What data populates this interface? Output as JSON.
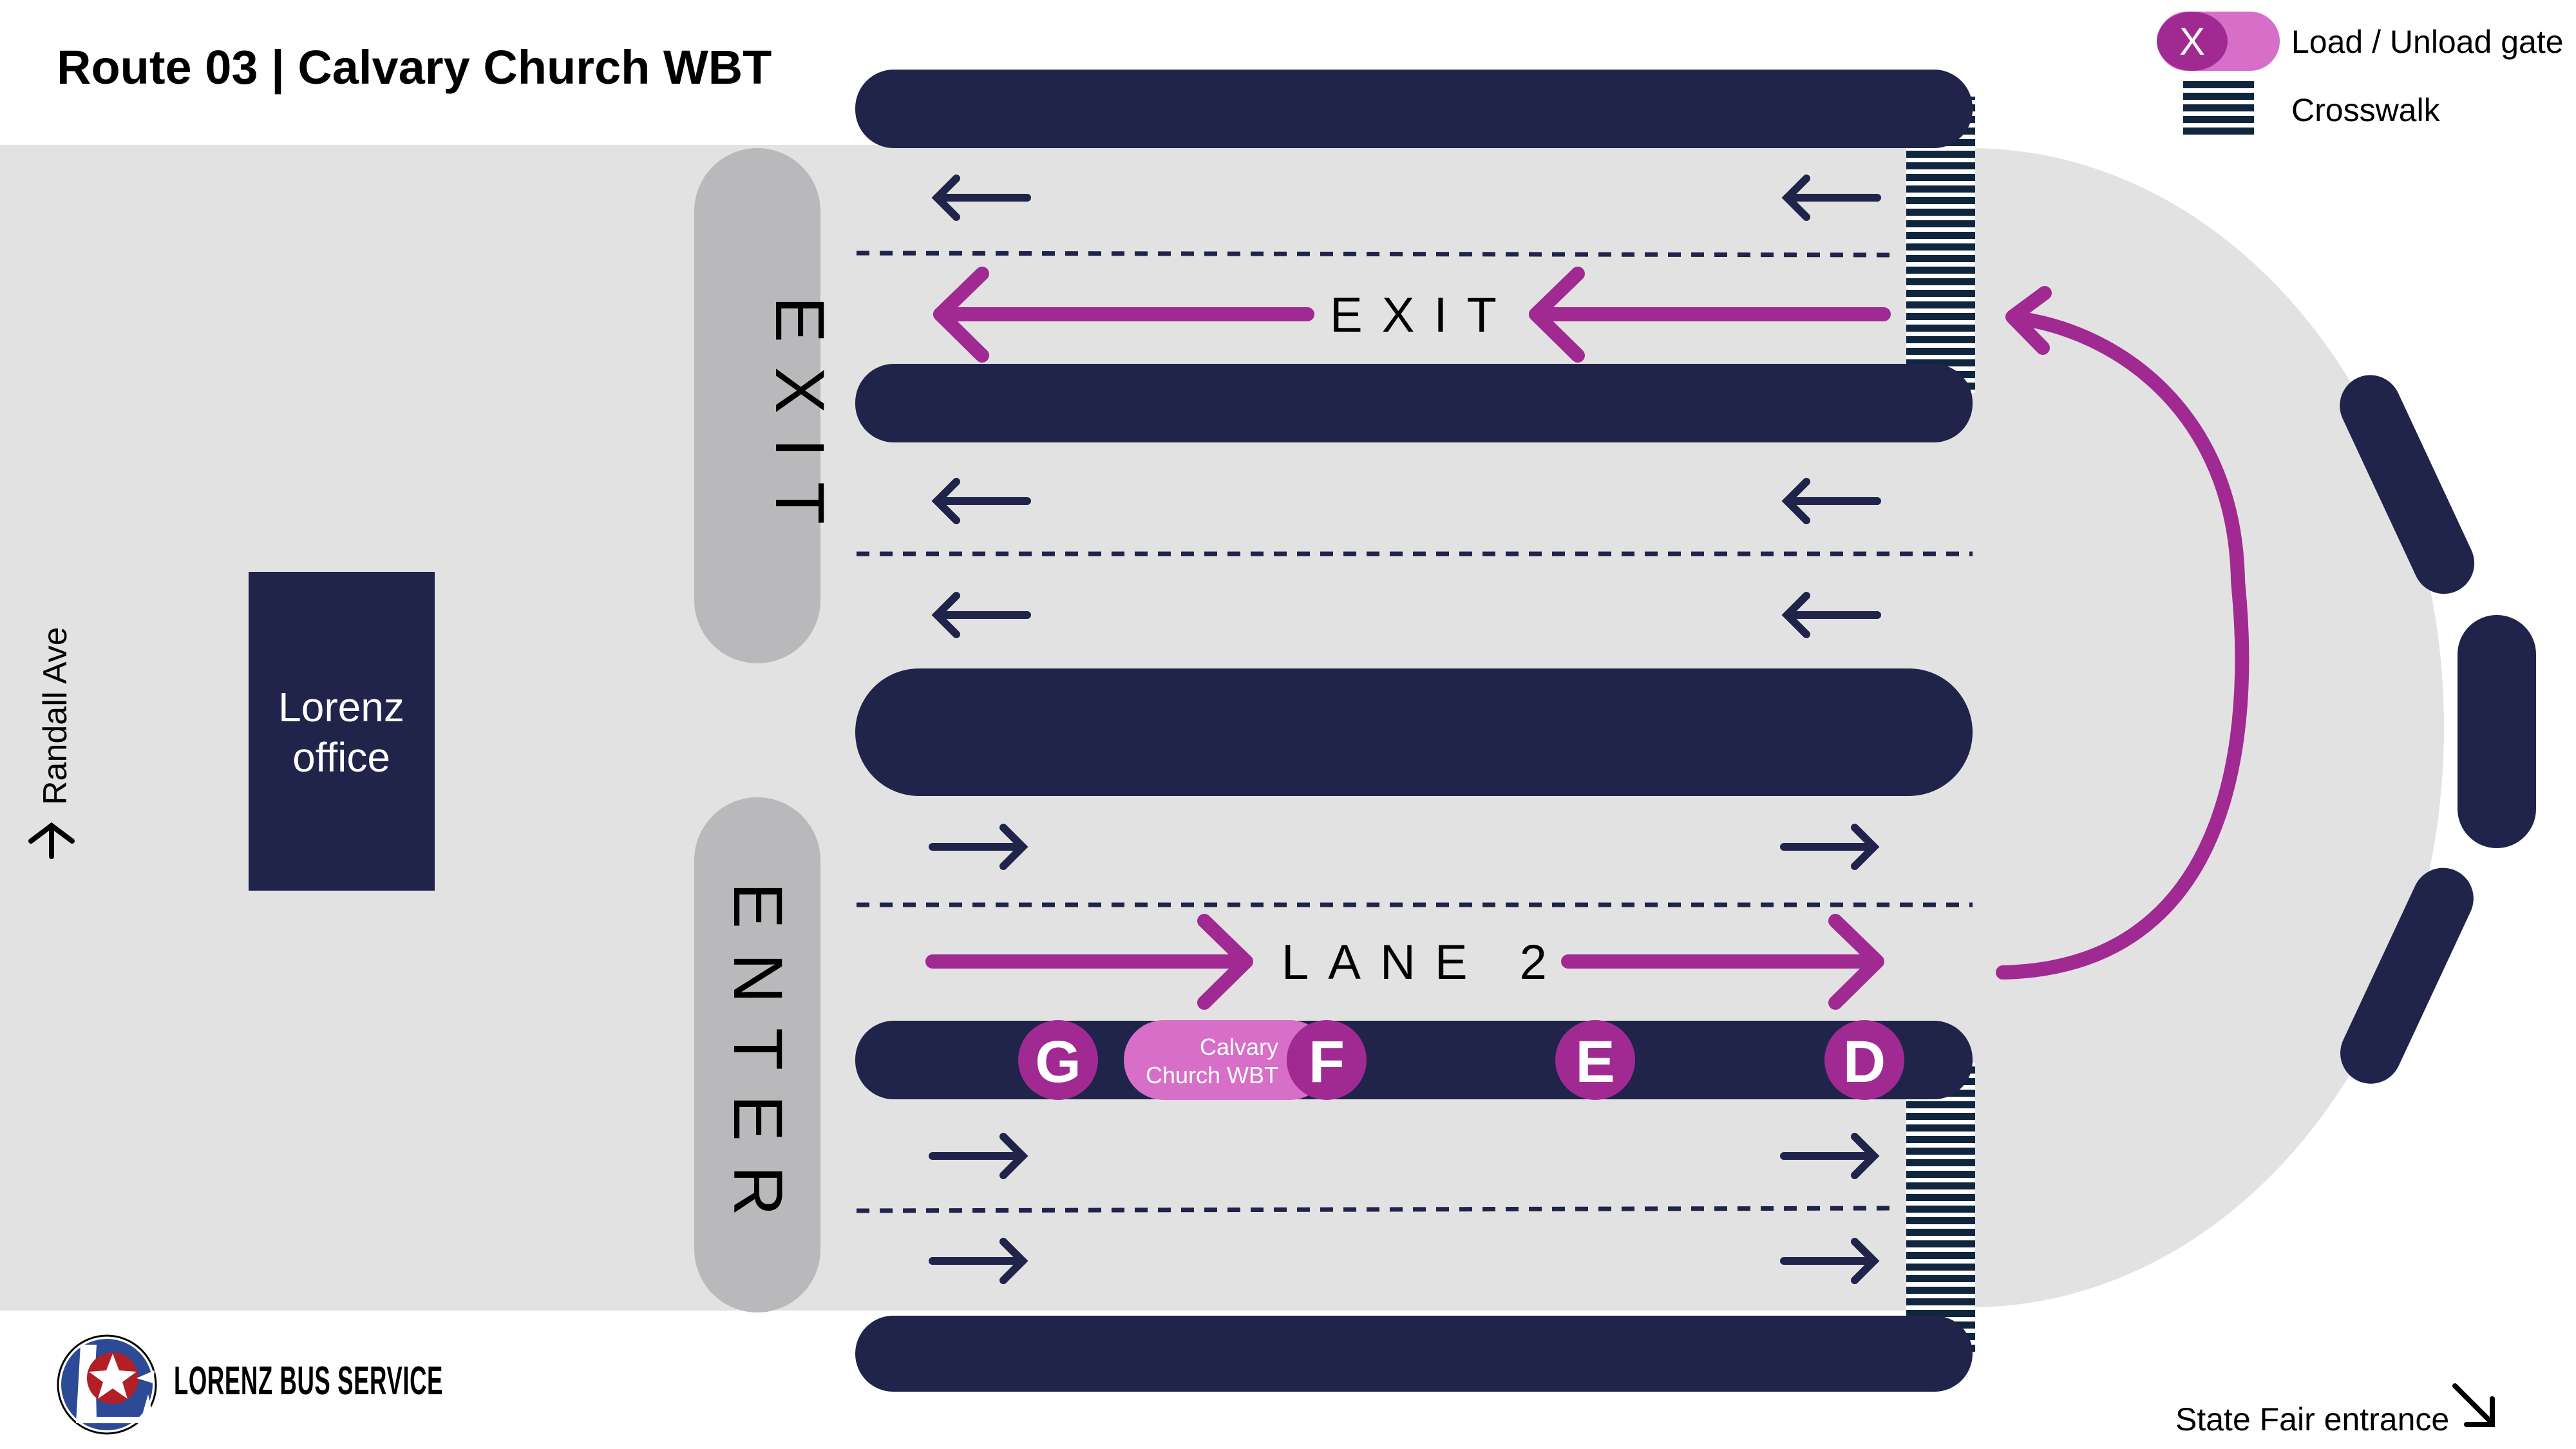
{
  "title": "Route 03 | Calvary Church WBT",
  "colors": {
    "navy": "#20234a",
    "magenta": "#a02a92",
    "pink": "#d76ec8",
    "road": "#e2e2e2",
    "island": "#b9b9bb",
    "crosswalk": "#10263f",
    "logo_blue": "#2c4a95",
    "logo_red": "#b21f24"
  },
  "legend": {
    "gate_symbol": "X",
    "gate_label": "Load / Unload gate",
    "crosswalk_label": "Crosswalk"
  },
  "islands": {
    "exit_label": "EXIT",
    "enter_label": "ENTER"
  },
  "lanes": {
    "exit_label": "EXIT",
    "lane2_label": "LANE 2"
  },
  "office": {
    "line1": "Lorenz",
    "line2": "office"
  },
  "street": {
    "label": "Randall Ave"
  },
  "gates": [
    {
      "letter": "G"
    },
    {
      "letter": "F",
      "stop_line1": "Calvary",
      "stop_line2": "Church WBT"
    },
    {
      "letter": "E"
    },
    {
      "letter": "D"
    }
  ],
  "footer": {
    "brand": "LORENZ BUS SERVICE",
    "entrance_label": "State Fair entrance"
  }
}
